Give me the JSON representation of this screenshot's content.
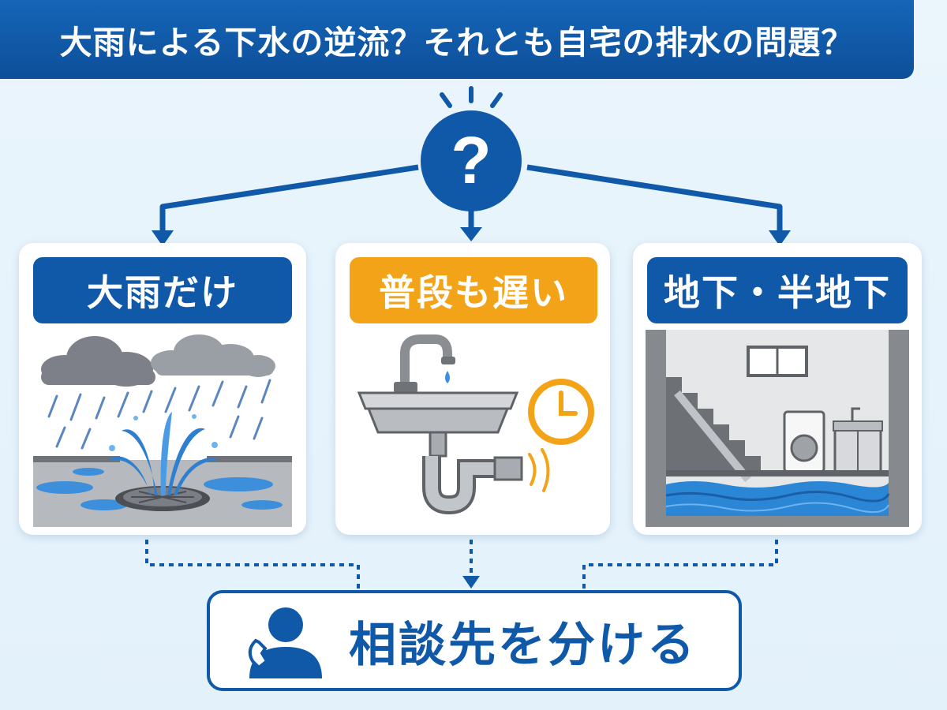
{
  "title": "大雨による下水の逆流？それとも自宅の排水の問題？",
  "question_mark": "?",
  "cards": [
    {
      "label": "大雨だけ",
      "header_color": "#0f59a8",
      "icon": "rain-geyser-manhole-illustration"
    },
    {
      "label": "普段も遅い",
      "header_color": "#f2a318",
      "icon": "slow-sink-drain-clock-illustration"
    },
    {
      "label": "地下・半地下",
      "header_color": "#0f59a8",
      "icon": "flooded-basement-illustration"
    }
  ],
  "conclusion": {
    "label": "相談先を分ける",
    "icon": "person-phone-icon"
  },
  "colors": {
    "primary": "#0f59a8",
    "accent": "#f2a318",
    "background": "#e6f3fb",
    "water": "#2b86d6"
  }
}
